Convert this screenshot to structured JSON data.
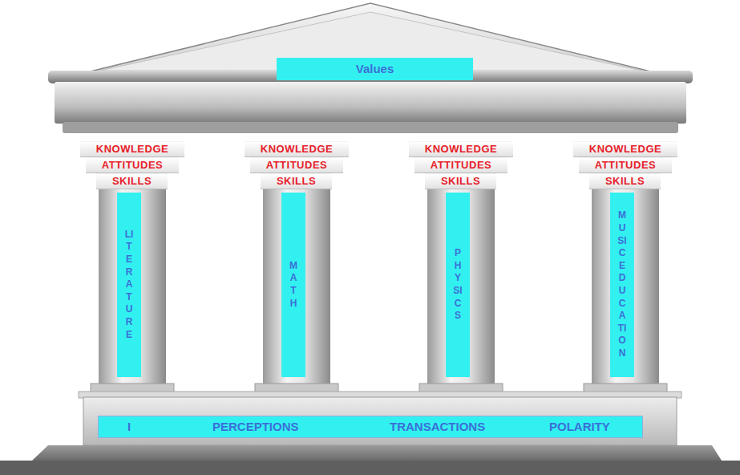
{
  "diagram": {
    "nodes": [
      {
        "text": [
          "Values"
        ]
      },
      {
        "text": [
          "KNOWLEDGE"
        ]
      },
      {
        "text": [
          "KNOWLEDGE"
        ]
      },
      {
        "text": [
          "KNOWLEDGE"
        ]
      },
      {
        "text": [
          "KNOWLEDGE"
        ]
      },
      {
        "text": [
          "ATTITUDES"
        ]
      },
      {
        "text": [
          "ATTITUDES"
        ]
      },
      {
        "text": [
          "ATTITUDES"
        ]
      },
      {
        "text": [
          "ATTITUDES"
        ]
      },
      {
        "text": [
          "SKILLS"
        ]
      },
      {
        "text": [
          "SKILLS"
        ]
      },
      {
        "text": [
          "SKILLS"
        ]
      },
      {
        "text": [
          "SKILLS"
        ]
      },
      {
        "text": [
          "LITERATURE"
        ]
      },
      {
        "text": [
          "MATH"
        ]
      },
      {
        "text": [
          "PHYSICS"
        ]
      },
      {
        "text": [
          "MUSIC EDUCATION"
        ]
      },
      {
        "text": [
          "I",
          "PERCEPTIONS",
          "TRANSACTIONS",
          "POLARITY"
        ]
      }
    ]
  }
}
